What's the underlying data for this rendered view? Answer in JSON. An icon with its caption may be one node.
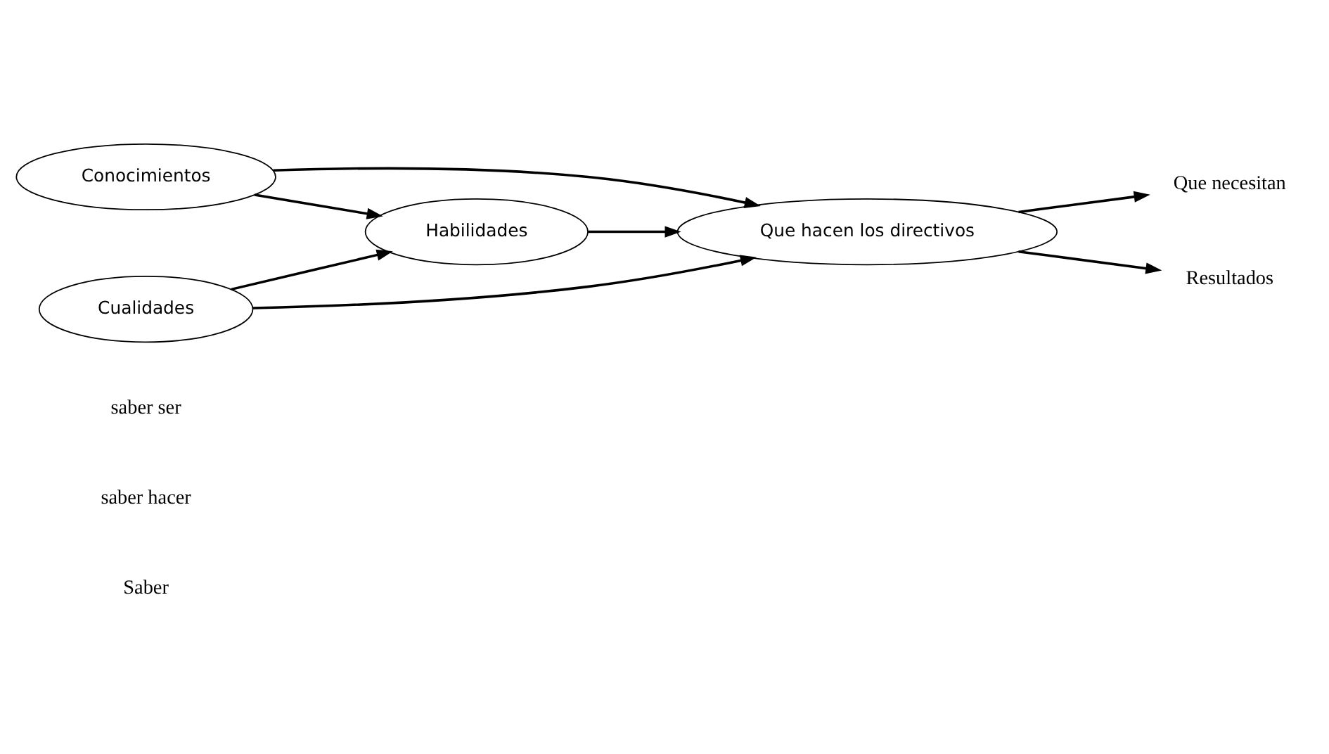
{
  "diagram": {
    "nodes": [
      {
        "text": [
          "Conocimientos"
        ]
      },
      {
        "text": [
          "Habilidades"
        ]
      },
      {
        "text": [
          "Cualidades"
        ]
      },
      {
        "text": [
          "Que hacen los directivos"
        ]
      },
      {
        "text": [
          "Que necesitan"
        ]
      },
      {
        "text": [
          "Resultados"
        ]
      }
    ],
    "edges": [
      {
        "from": 0,
        "to": 1,
        "arrow": "to"
      },
      {
        "from": 0,
        "to": 3,
        "arrow": "to"
      },
      {
        "from": 1,
        "to": 3,
        "arrow": "to"
      },
      {
        "from": 2,
        "to": 1,
        "arrow": "to"
      },
      {
        "from": 2,
        "to": 3,
        "arrow": "to"
      },
      {
        "from": 3,
        "to": 4,
        "arrow": "to"
      },
      {
        "from": 3,
        "to": 5,
        "arrow": "to"
      }
    ],
    "labels": [
      "Saber",
      "saber hacer",
      "saber ser"
    ]
  }
}
